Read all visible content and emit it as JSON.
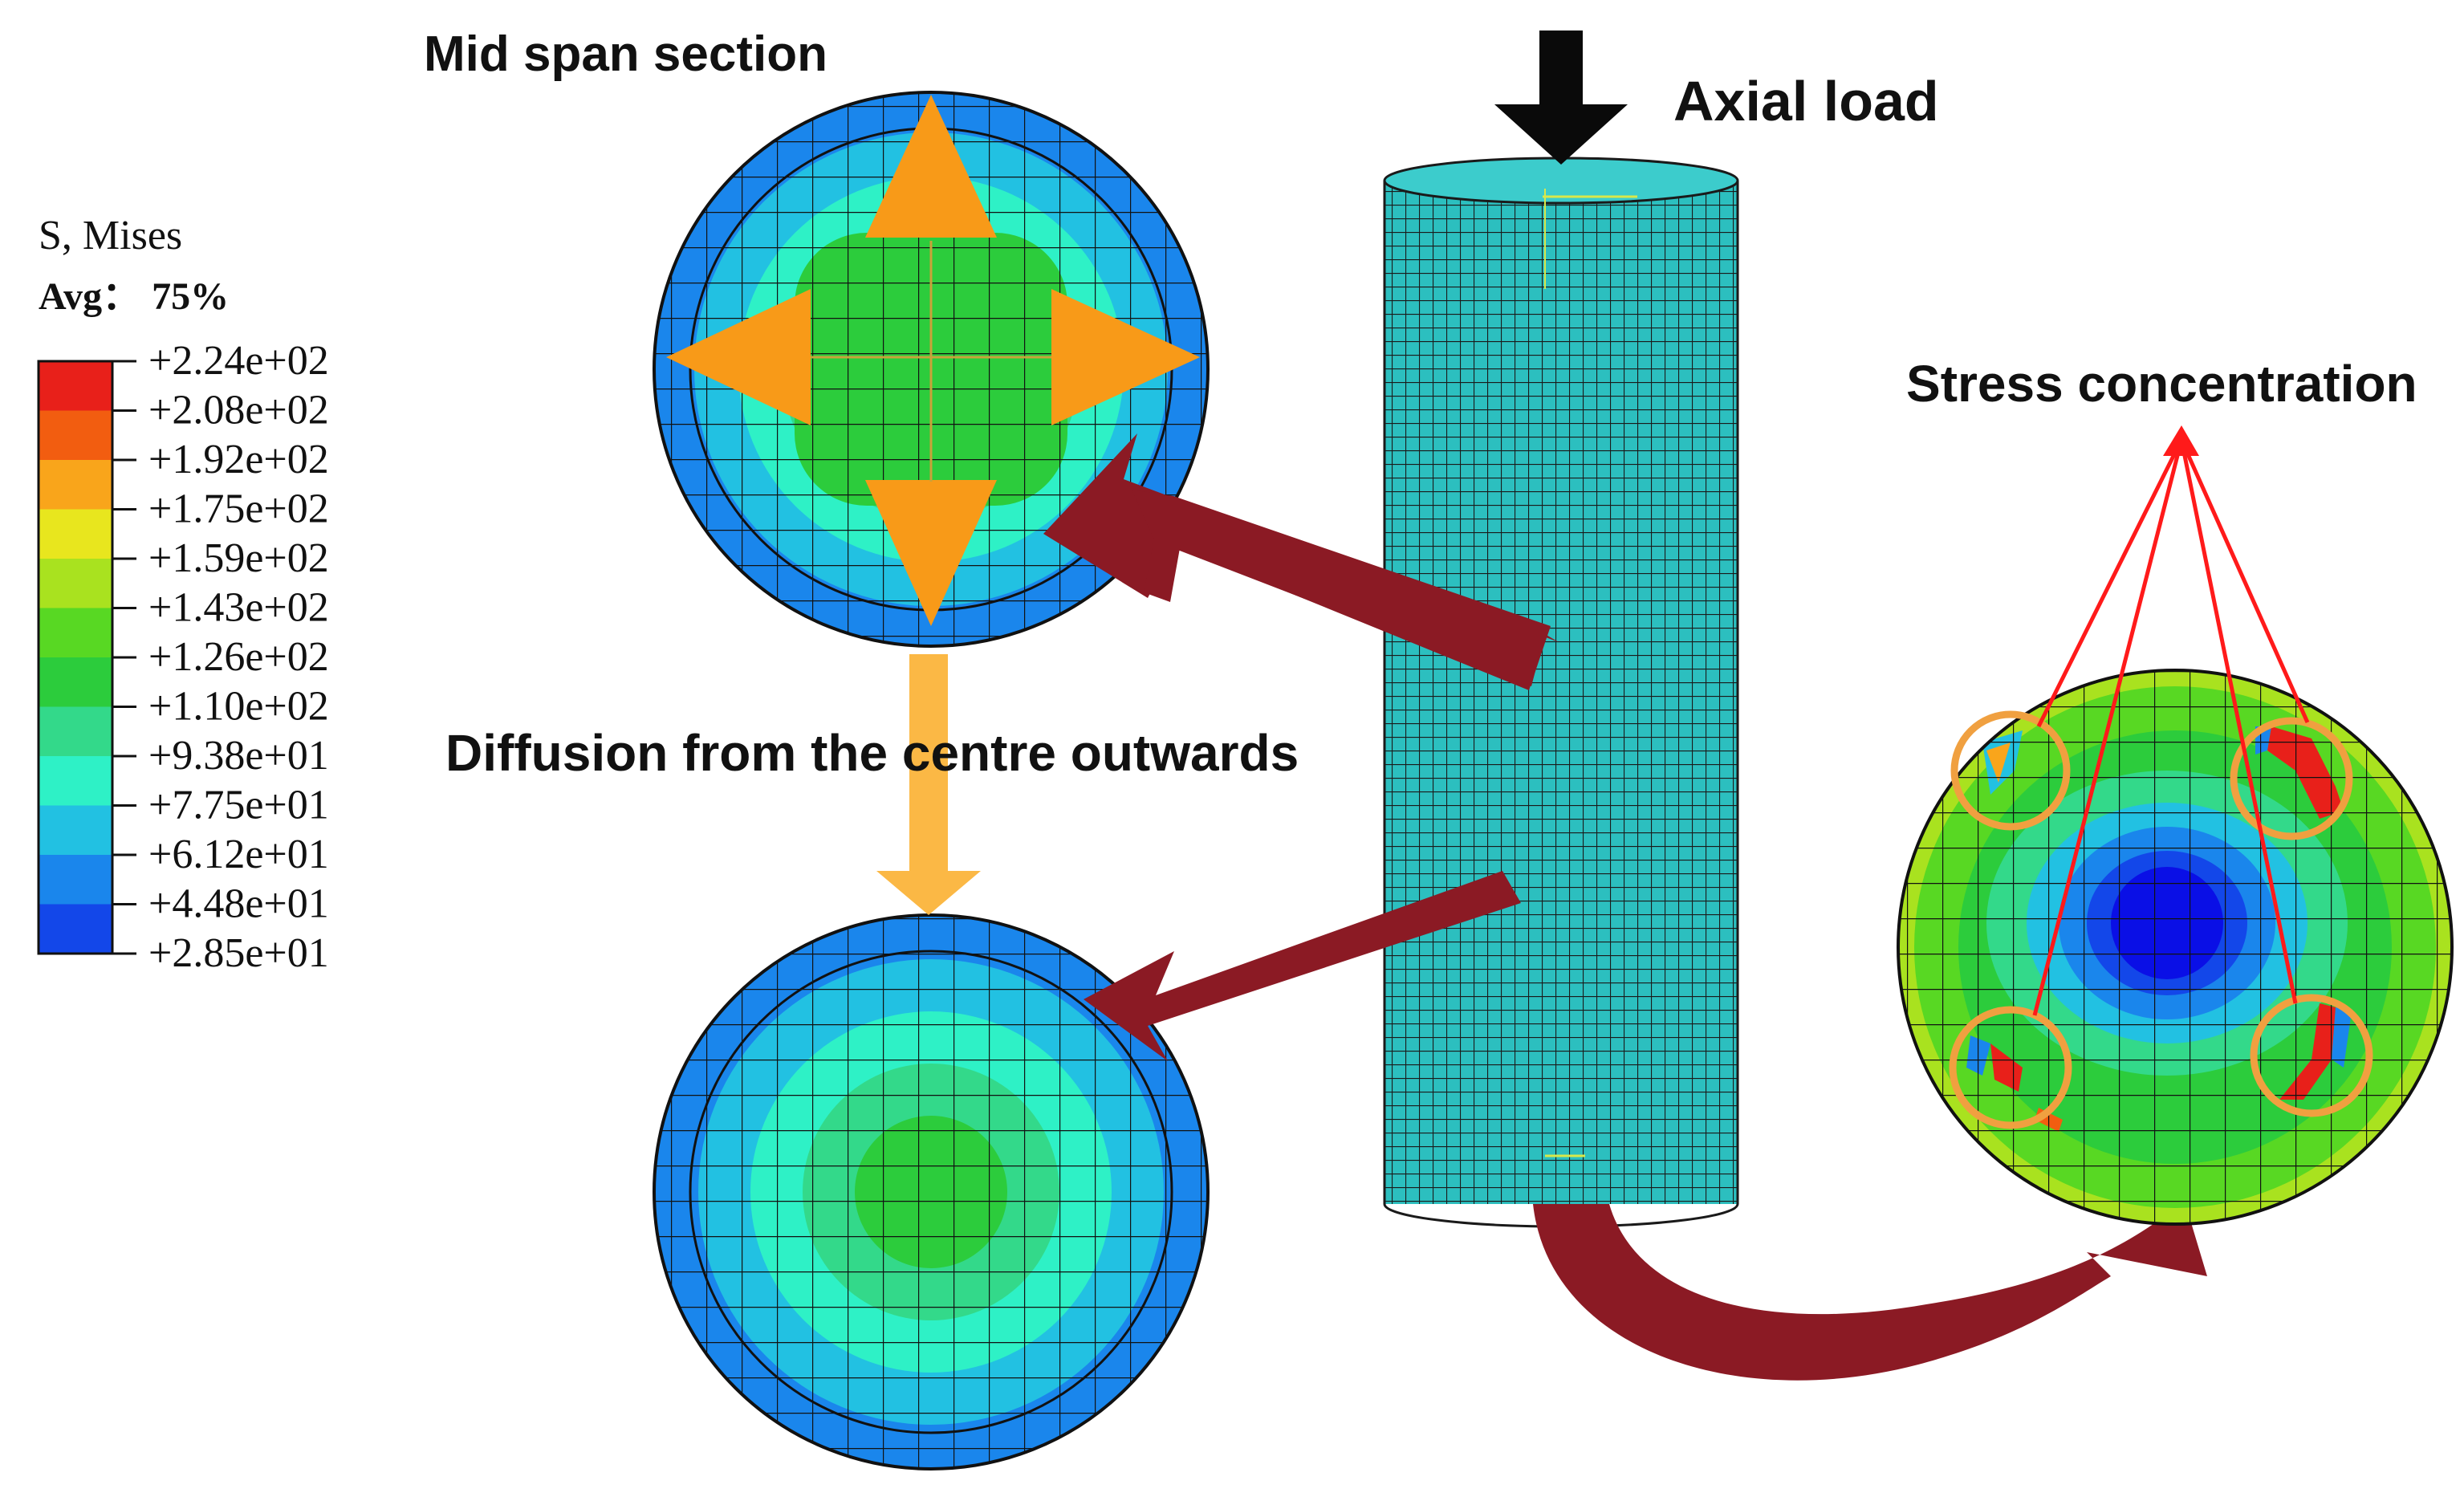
{
  "labels": {
    "mid_span": "Mid span section",
    "axial_load": "Axial load",
    "diffusion": "Diffusion from the centre outwards",
    "stress_concentration": "Stress concentration"
  },
  "legend": {
    "title": "S, Mises",
    "avg_label": "Avg：",
    "avg_value": "75%",
    "values": [
      "+2.24e+02",
      "+2.08e+02",
      "+1.92e+02",
      "+1.75e+02",
      "+1.59e+02",
      "+1.43e+02",
      "+1.26e+02",
      "+1.10e+02",
      "+9.38e+01",
      "+7.75e+01",
      "+6.12e+01",
      "+4.48e+01",
      "+2.85e+01"
    ],
    "colors": [
      "#e8201a",
      "#f25d10",
      "#f9a51b",
      "#e8e61e",
      "#a9e21f",
      "#58d823",
      "#2ccc3c",
      "#33d98a",
      "#2ef1c6",
      "#22c1e2",
      "#1a86ec",
      "#1347e9",
      "#0a0fe6"
    ]
  },
  "colors": {
    "arrow_dark_red": "#8b1a24",
    "arrow_orange": "#f89a18",
    "arrow_yellow_orange": "#fbb845",
    "circle_highlight": "#f0a040",
    "pointer_red": "#ff1a1a",
    "column_fill": "#2cbfbf",
    "mesh_line": "#1a1a1a"
  }
}
